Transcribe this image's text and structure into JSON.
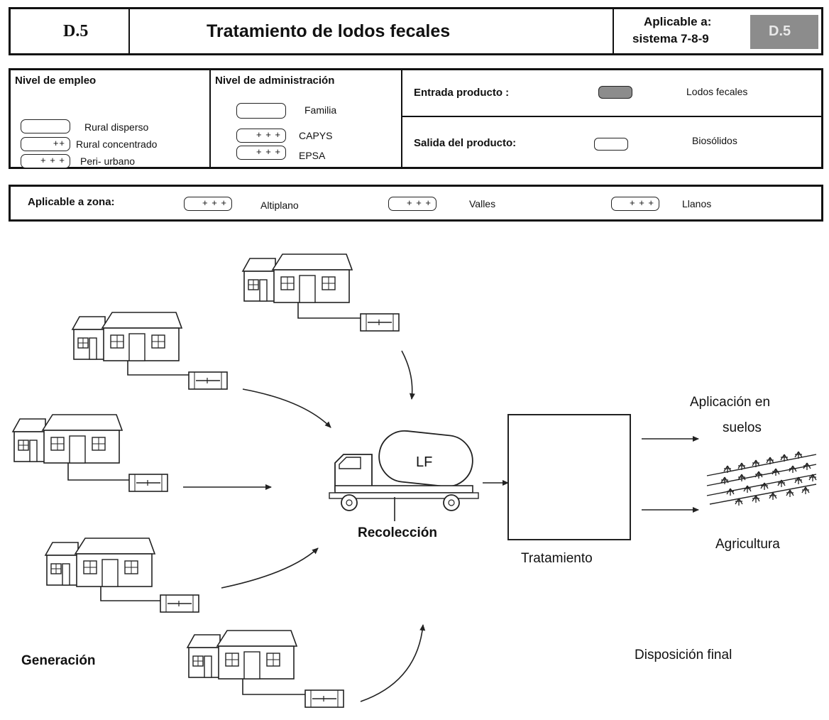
{
  "header": {
    "code_left": "D.5",
    "title": "Tratamiento de lodos fecales",
    "applicable_line1": "Aplicable a:",
    "applicable_line2": "sistema 7-8-9",
    "code_badge": "D.5",
    "badge_color": "#8c8c8c"
  },
  "nivel_empleo": {
    "heading": "Nivel de empleo",
    "items": [
      {
        "marks": "",
        "label": "Rural disperso"
      },
      {
        "marks": "++",
        "label": "Rural concentrado"
      },
      {
        "marks": "+ + +",
        "label": "Peri- urbano"
      }
    ]
  },
  "nivel_administracion": {
    "heading": "Nivel de administración",
    "items": [
      {
        "marks": "",
        "label": "Familia"
      },
      {
        "marks": "+ + +",
        "label": "CAPYS"
      },
      {
        "marks": "+ + +",
        "label": "EPSA"
      }
    ]
  },
  "producto": {
    "entrada_label": "Entrada producto :",
    "entrada_value": "Lodos fecales",
    "entrada_color": "#8c8c8c",
    "salida_label": "Salida del producto:",
    "salida_value": "Biosólidos"
  },
  "zona": {
    "heading": "Aplicable a zona:",
    "items": [
      {
        "marks": "+ + +",
        "label": "Altiplano"
      },
      {
        "marks": "+ + +",
        "label": "Valles"
      },
      {
        "marks": "+ + +",
        "label": "Llanos"
      }
    ]
  },
  "diagram": {
    "truck_label": "LF",
    "recoleccion": "Recolección",
    "tratamiento": "Tratamiento",
    "aplicacion_line1": "Aplicación en",
    "aplicacion_line2": "suelos",
    "agricultura": "Agricultura",
    "generacion": "Generación",
    "disposicion": "Disposición final"
  }
}
